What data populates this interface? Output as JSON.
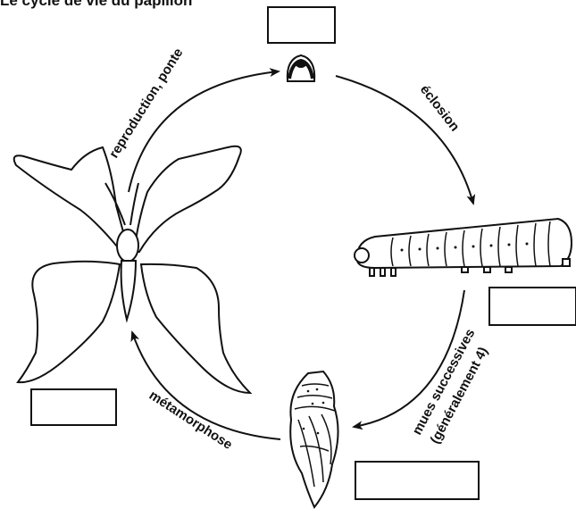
{
  "title": "Le cycle de vie du papillon",
  "stages": {
    "egg": {
      "label_box": ""
    },
    "caterpillar": {
      "label_box": ""
    },
    "chrysalis": {
      "label_box": ""
    },
    "butterfly": {
      "label_box": ""
    }
  },
  "arrows": {
    "hatching": "éclosion",
    "moults_line1": "mues successives",
    "moults_line2": "(généralement 4)",
    "metamorphosis": "métamorphose",
    "reproduction": "reproduction, ponte"
  }
}
